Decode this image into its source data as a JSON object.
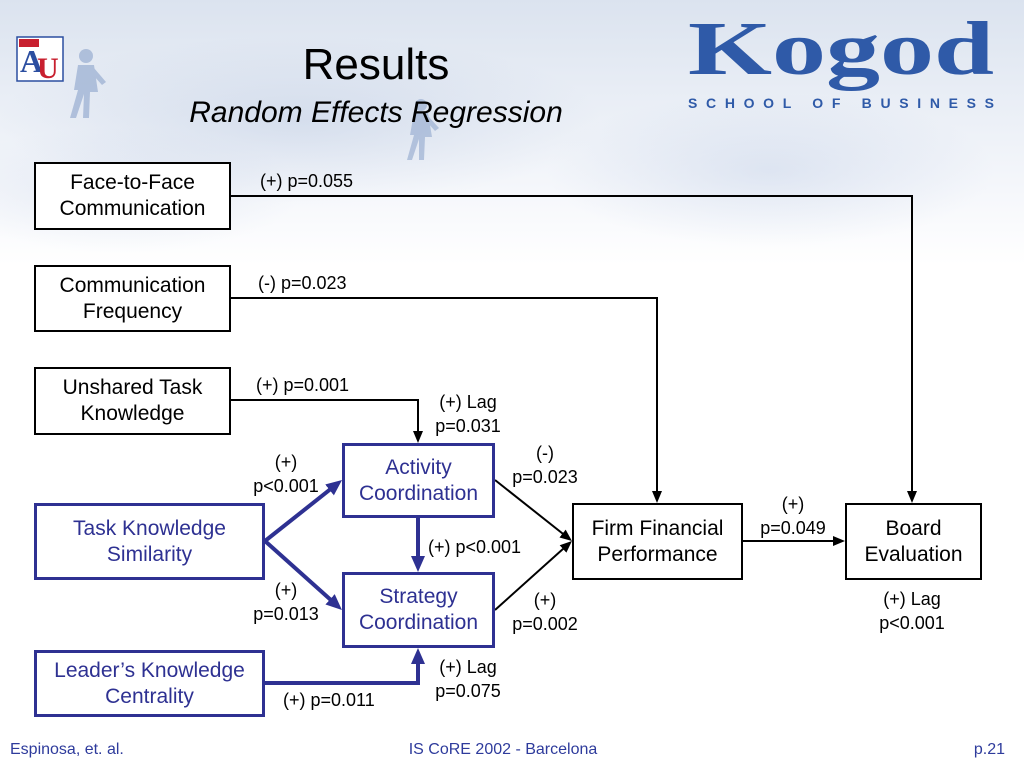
{
  "header": {
    "title": "Results",
    "subtitle": "Random Effects Regression"
  },
  "logos": {
    "au": {
      "letter_a": "A",
      "letter_u": "U"
    },
    "kogod": {
      "name": "Kogod",
      "tagline": "SCHOOL OF BUSINESS"
    }
  },
  "nodes": {
    "face_to_face_communication": {
      "lines": [
        "Face-to-Face",
        "Communication"
      ]
    },
    "communication_frequency": {
      "lines": [
        "Communication",
        "Frequency"
      ]
    },
    "unshared_task_knowledge": {
      "lines": [
        "Unshared Task",
        "Knowledge"
      ]
    },
    "task_knowledge_similarity": {
      "lines": [
        "Task Knowledge",
        "Similarity"
      ]
    },
    "leaders_knowledge_centrality": {
      "lines": [
        "Leader’s Knowledge",
        "Centrality"
      ]
    },
    "activity_coordination": {
      "lines": [
        "Activity",
        "Coordination"
      ]
    },
    "strategy_coordination": {
      "lines": [
        "Strategy",
        "Coordination"
      ]
    },
    "firm_financial_performance": {
      "lines": [
        "Firm Financial",
        "Performance"
      ]
    },
    "board_evaluation": {
      "lines": [
        "Board",
        "Evaluation"
      ]
    }
  },
  "edges": {
    "face_to_face_communication__board_evaluation": {
      "label": [
        "(+) p=0.055"
      ]
    },
    "communication_frequency__firm_financial_performance": {
      "label": [
        "(-) p=0.023"
      ]
    },
    "unshared_task_knowledge__activity_coordination": {
      "label": [
        "(+) p=0.001"
      ],
      "lag_label": [
        "(+) Lag",
        "p=0.031"
      ]
    },
    "task_knowledge_similarity__activity_coordination": {
      "label": [
        "(+)",
        "p<0.001"
      ]
    },
    "task_knowledge_similarity__strategy_coordination": {
      "label": [
        "(+)",
        "p=0.013"
      ]
    },
    "activity_coordination__strategy_coordination": {
      "label": [
        "(+) p<0.001"
      ]
    },
    "activity_coordination__firm_financial_performance": {
      "label": [
        "(-)",
        "p=0.023"
      ]
    },
    "strategy_coordination__firm_financial_performance": {
      "label": [
        "(+)",
        "p=0.002"
      ]
    },
    "firm_financial_performance__board_evaluation": {
      "label": [
        "(+)",
        "p=0.049"
      ],
      "lag_label": [
        "(+) Lag",
        "p<0.001"
      ]
    },
    "leaders_knowledge_centrality__strategy_coordination": {
      "label": [
        "(+) p=0.011"
      ],
      "lag_label": [
        "(+) Lag",
        "p=0.075"
      ]
    }
  },
  "footer": {
    "left": "Espinosa, et. al.",
    "center": "IS CoRE 2002 - Barcelona",
    "right": "p.21"
  },
  "colors": {
    "construct_blue": "#2e3192",
    "outline_black": "#000000",
    "kogod_blue": "#2f5aa8",
    "au_red": "#c8202f",
    "footer_blue": "#2e3b9c"
  }
}
